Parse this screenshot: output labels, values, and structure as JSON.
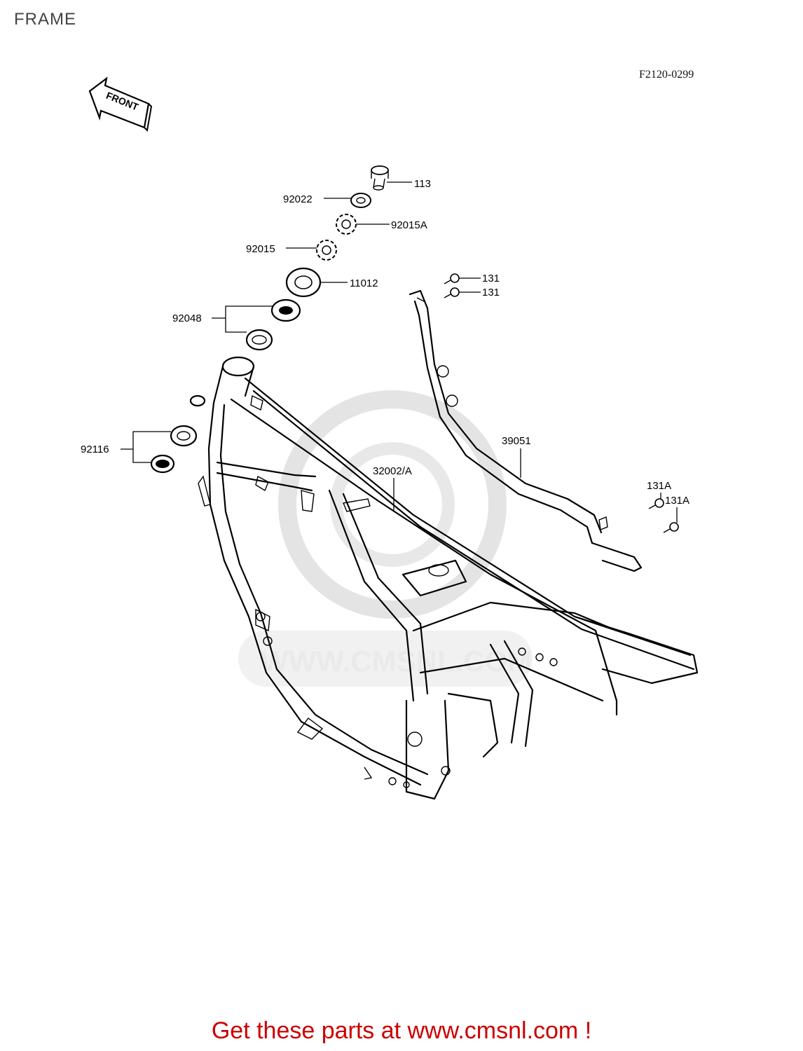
{
  "title": "FRAME",
  "figure_code": "F2120-0299",
  "front_arrow_label": "FRONT",
  "watermark": "WWW.CMSNL.COM",
  "footer": "Get these parts at www.cmsnl.com !",
  "parts": [
    {
      "id": "113",
      "label": "113"
    },
    {
      "id": "92022",
      "label": "92022"
    },
    {
      "id": "92015A",
      "label": "92015A"
    },
    {
      "id": "92015",
      "label": "92015"
    },
    {
      "id": "11012",
      "label": "11012"
    },
    {
      "id": "92048",
      "label": "92048"
    },
    {
      "id": "92116",
      "label": "92116"
    },
    {
      "id": "131-a",
      "label": "131"
    },
    {
      "id": "131-b",
      "label": "131"
    },
    {
      "id": "39051",
      "label": "39051"
    },
    {
      "id": "32002A",
      "label": "32002/A"
    },
    {
      "id": "131A-a",
      "label": "131A"
    },
    {
      "id": "131A-b",
      "label": "131A"
    }
  ]
}
